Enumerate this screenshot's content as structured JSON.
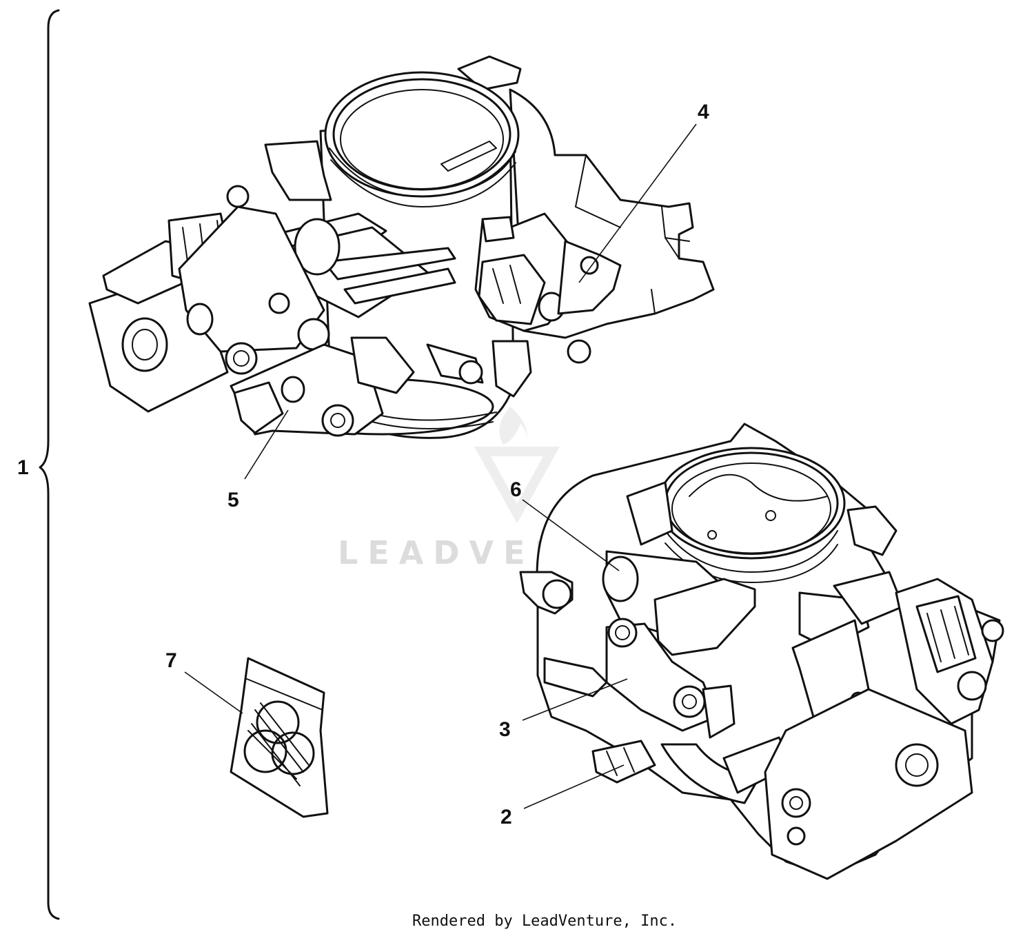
{
  "callouts": [
    "1",
    "2",
    "3",
    "4",
    "5",
    "6",
    "7"
  ],
  "watermark": "LEADVENTURE",
  "credit": "Rendered by LeadVenture, Inc."
}
